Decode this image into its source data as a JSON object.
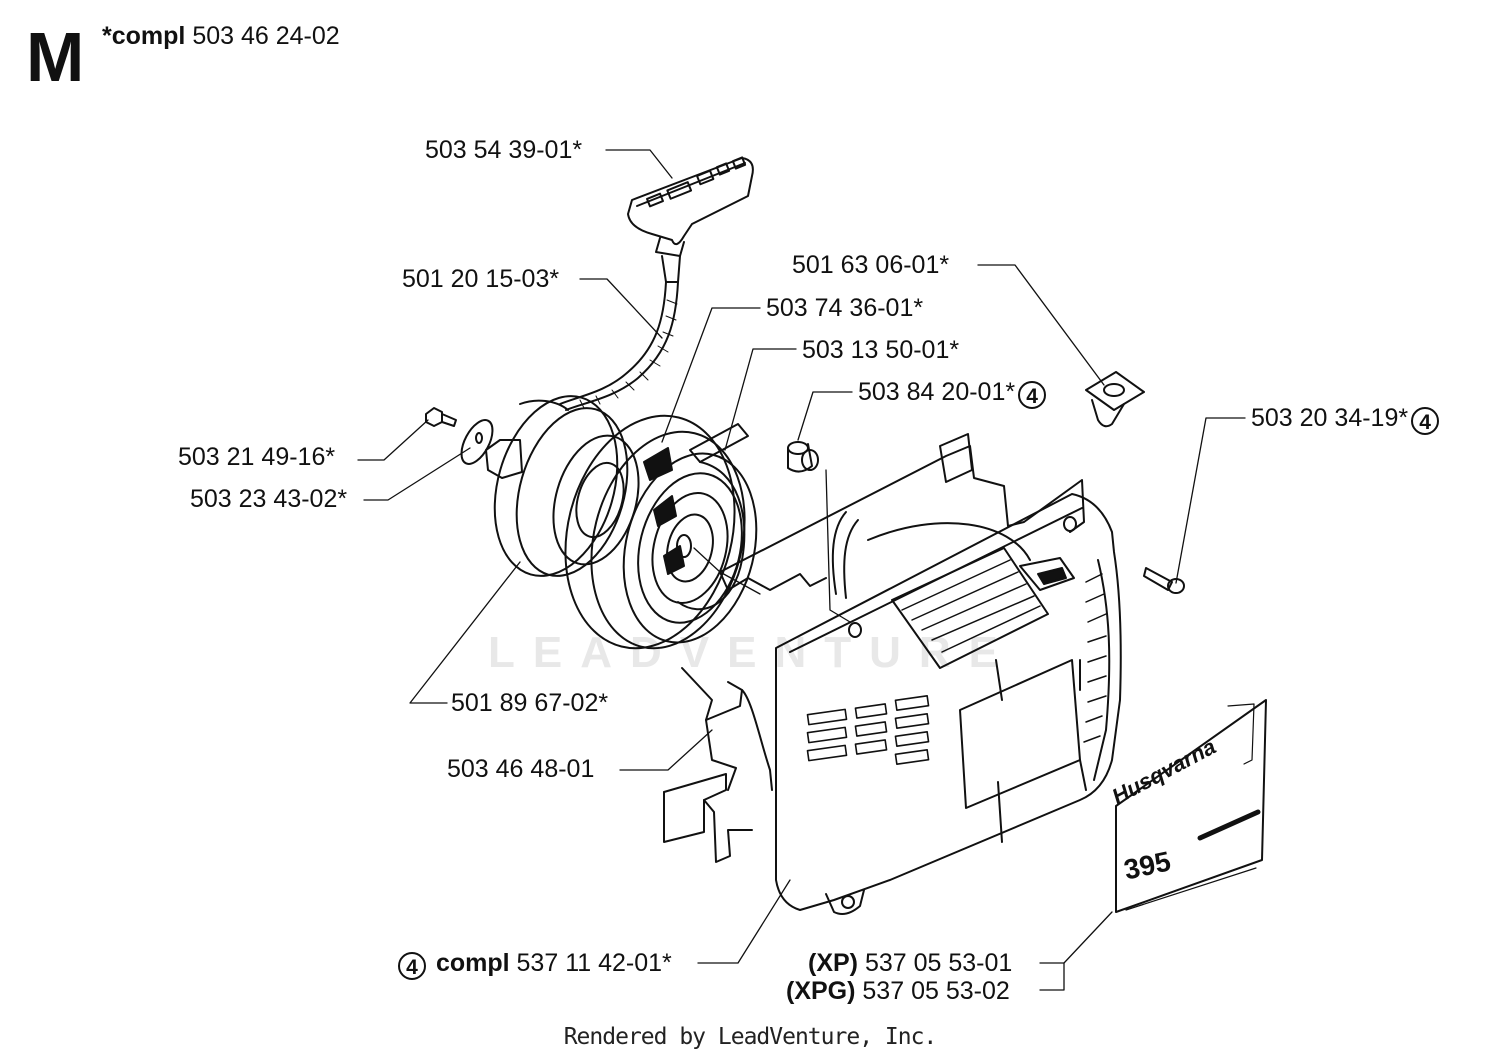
{
  "section_letter": "M",
  "assembly": {
    "prefix": "*compl",
    "number": "503 46 24-02"
  },
  "callouts": [
    {
      "id": "handle",
      "text": "503 54 39-01*"
    },
    {
      "id": "cord",
      "text": "501 20 15-03*"
    },
    {
      "id": "spring-cassette",
      "text": "503 74 36-01*"
    },
    {
      "id": "spring",
      "text": "503 13 50-01*"
    },
    {
      "id": "bushing",
      "text": "503 84 20-01*"
    },
    {
      "id": "grommet",
      "text": "501 63 06-01*"
    },
    {
      "id": "screw-right",
      "text": "503 20 34-19*"
    },
    {
      "id": "screw-left",
      "text": "503 21 49-16*"
    },
    {
      "id": "washer",
      "text": "503 23 43-02*"
    },
    {
      "id": "pulley",
      "text": "501 89 67-02*"
    },
    {
      "id": "housing",
      "text": "503 46 48-01"
    }
  ],
  "kit_marker": "4",
  "cover": {
    "prefix": "compl",
    "number": "537 11 42-01*"
  },
  "decal": {
    "xp_label": "(XP)",
    "xp_number": "537 05 53-01",
    "xpg_label": "(XPG)",
    "xpg_number": "537 05 53-02",
    "brand": "Husqvarna",
    "model": "395"
  },
  "watermark": "LEADVENTURE",
  "footer": "Rendered by LeadVenture, Inc."
}
